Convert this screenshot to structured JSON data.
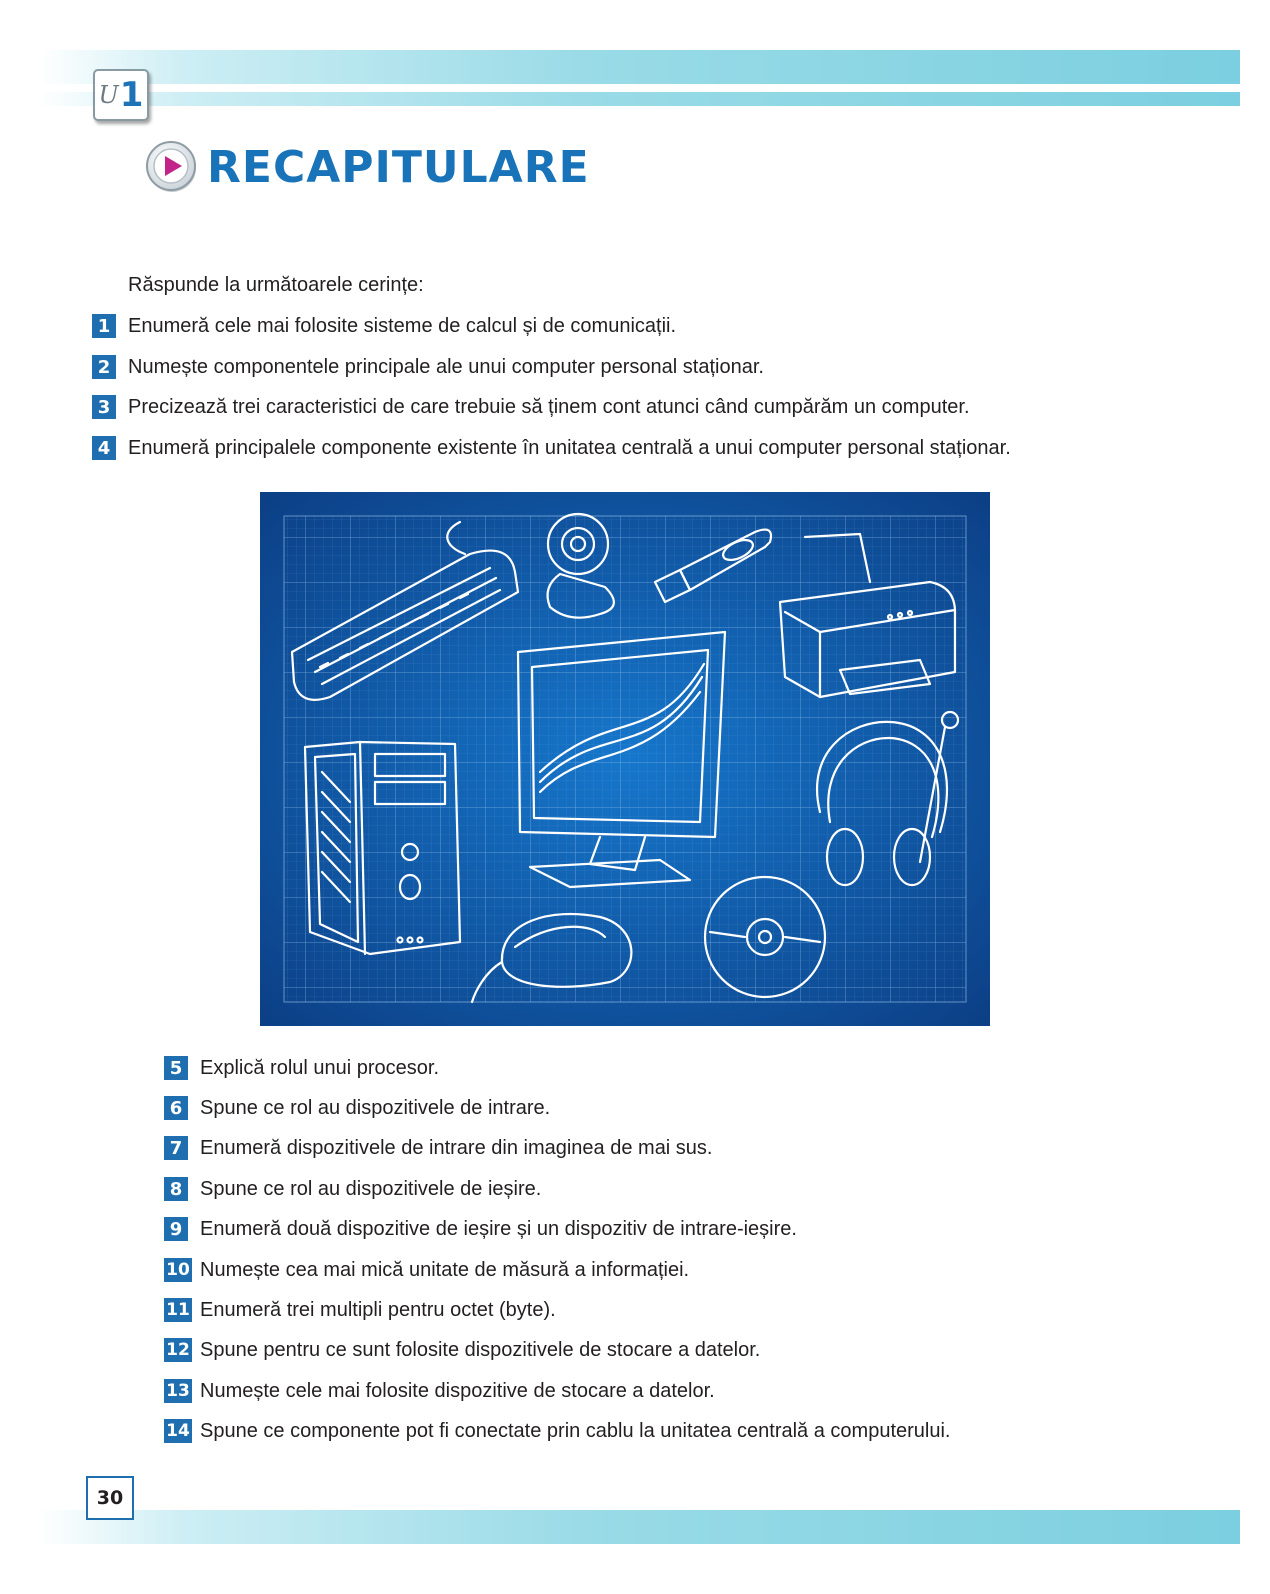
{
  "header": {
    "unit_prefix": "U",
    "unit_number": "1",
    "title": "RECAPITULARE"
  },
  "intro": "Răspunde la următoarele cerințe:",
  "questions_top": [
    {
      "num": "1",
      "text": "Enumeră cele mai folosite sisteme de calcul și de comunicații."
    },
    {
      "num": "2",
      "text": "Numește componentele principale ale unui computer personal staționar."
    },
    {
      "num": "3",
      "text": "Precizează trei caracteristici de care trebuie să ținem cont atunci când cumpărăm un computer."
    },
    {
      "num": "4",
      "text": "Enumeră principalele componente existente în unitatea centrală a unui computer personal staționar."
    }
  ],
  "questions_bottom": [
    {
      "num": "5",
      "text": "Explică rolul unui procesor."
    },
    {
      "num": "6",
      "text": "Spune ce rol au dispozitivele de intrare."
    },
    {
      "num": "7",
      "text": "Enumeră dispozitivele de intrare din imaginea de mai sus."
    },
    {
      "num": "8",
      "text": "Spune ce rol au dispozitivele de ieșire."
    },
    {
      "num": "9",
      "text": "Enumeră două dispozitive de ieșire și un dispozitiv de intrare-ieșire."
    },
    {
      "num": "10",
      "text": "Numește cea mai mică unitate de măsură a informației."
    },
    {
      "num": "11",
      "text": "Enumeră trei multipli pentru octet (byte)."
    },
    {
      "num": "12",
      "text": "Spune pentru ce sunt folosite dispozitivele de stocare a datelor."
    },
    {
      "num": "13",
      "text": "Numește cele mai folosite dispozitive de stocare a datelor."
    },
    {
      "num": "14",
      "text": "Spune ce componente pot fi conectate prin cablu la unitatea centrală a computerului."
    }
  ],
  "illustration": {
    "devices": [
      "keyboard",
      "webcam",
      "usb-stick",
      "printer",
      "monitor",
      "system-unit",
      "headset",
      "mouse",
      "optical-disc"
    ]
  },
  "footer": {
    "page_number": "30"
  },
  "colors": {
    "accent": "#1f6fb0",
    "title": "#1973b9",
    "band": "#7bcfe0",
    "blueprint_bg": "#0d5aa8",
    "play": "#c2248a"
  }
}
